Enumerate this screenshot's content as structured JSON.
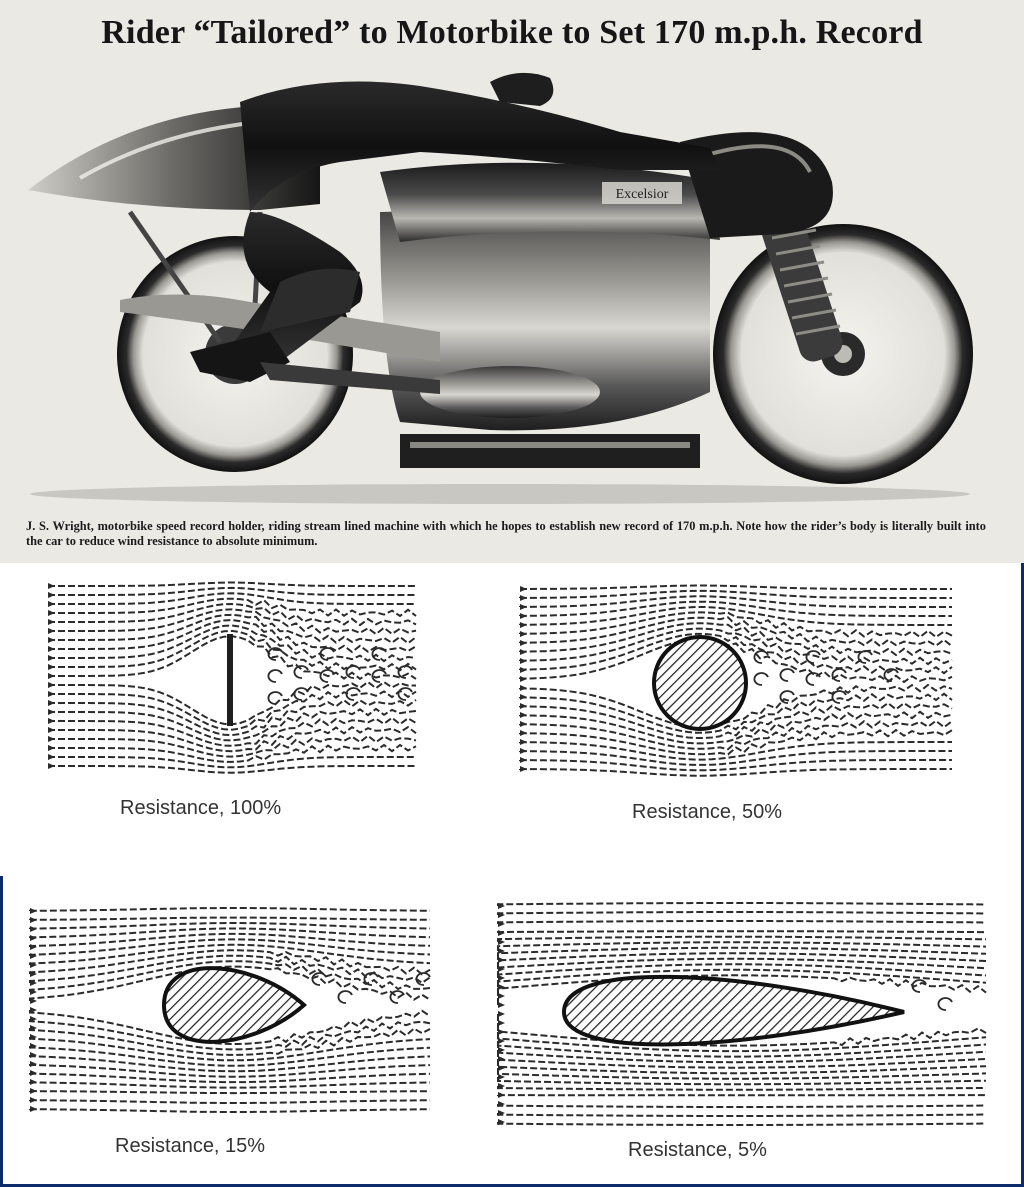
{
  "article": {
    "title": "Rider “Tailored” to Motorbike to Set 170 m.p.h. Record",
    "badge": "Excelsior",
    "caption": "J. S. Wright, motorbike speed record holder, riding stream lined machine with which he hopes to establish new record of 170 m.p.h. Note how the rider’s body is literally built into the car to reduce wind resistance to absolute minimum."
  },
  "diagrams": [
    {
      "shape": "flat-plate",
      "label": "Resistance, 100%",
      "resistance_pct": 100
    },
    {
      "shape": "sphere",
      "label": "Resistance, 50%",
      "resistance_pct": 50
    },
    {
      "shape": "teardrop",
      "label": "Resistance, 15%",
      "resistance_pct": 15
    },
    {
      "shape": "airfoil",
      "label": "Resistance, 5%",
      "resistance_pct": 5
    }
  ],
  "colors": {
    "frame": "#0d2a6b",
    "ink": "#2b2b2b",
    "paper": "#ebe9e3"
  }
}
